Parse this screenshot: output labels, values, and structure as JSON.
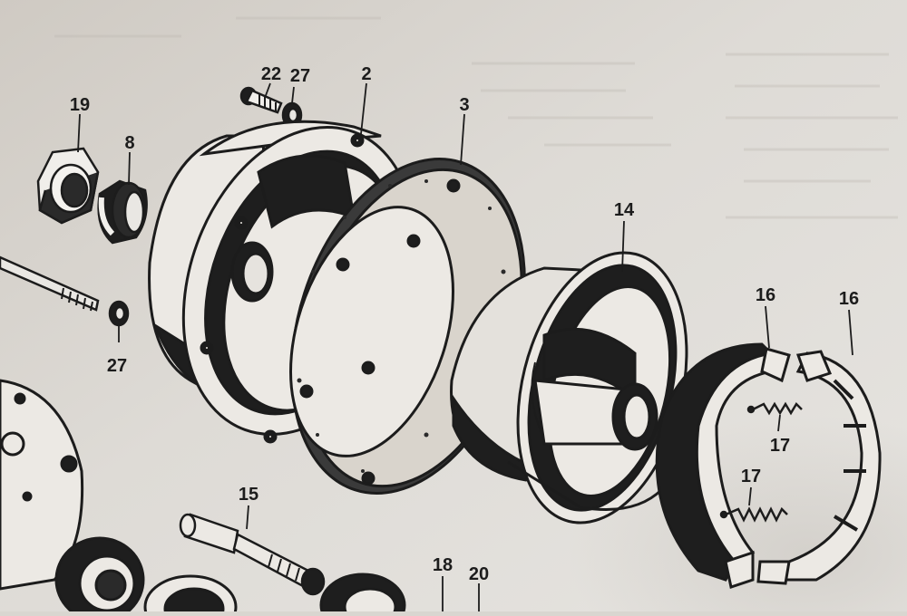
{
  "diagram": {
    "type": "exploded-parts-view",
    "callouts": [
      {
        "id": "c19",
        "label": "19"
      },
      {
        "id": "c8",
        "label": "8"
      },
      {
        "id": "c22",
        "label": "22"
      },
      {
        "id": "c27a",
        "label": "27"
      },
      {
        "id": "c2",
        "label": "2"
      },
      {
        "id": "c3",
        "label": "3"
      },
      {
        "id": "c14",
        "label": "14"
      },
      {
        "id": "c27b",
        "label": "27"
      },
      {
        "id": "c16a",
        "label": "16"
      },
      {
        "id": "c16b",
        "label": "16"
      },
      {
        "id": "c17a",
        "label": "17"
      },
      {
        "id": "c17b",
        "label": "17"
      },
      {
        "id": "c15",
        "label": "15"
      },
      {
        "id": "c18",
        "label": "18"
      },
      {
        "id": "c20",
        "label": "20"
      }
    ]
  }
}
